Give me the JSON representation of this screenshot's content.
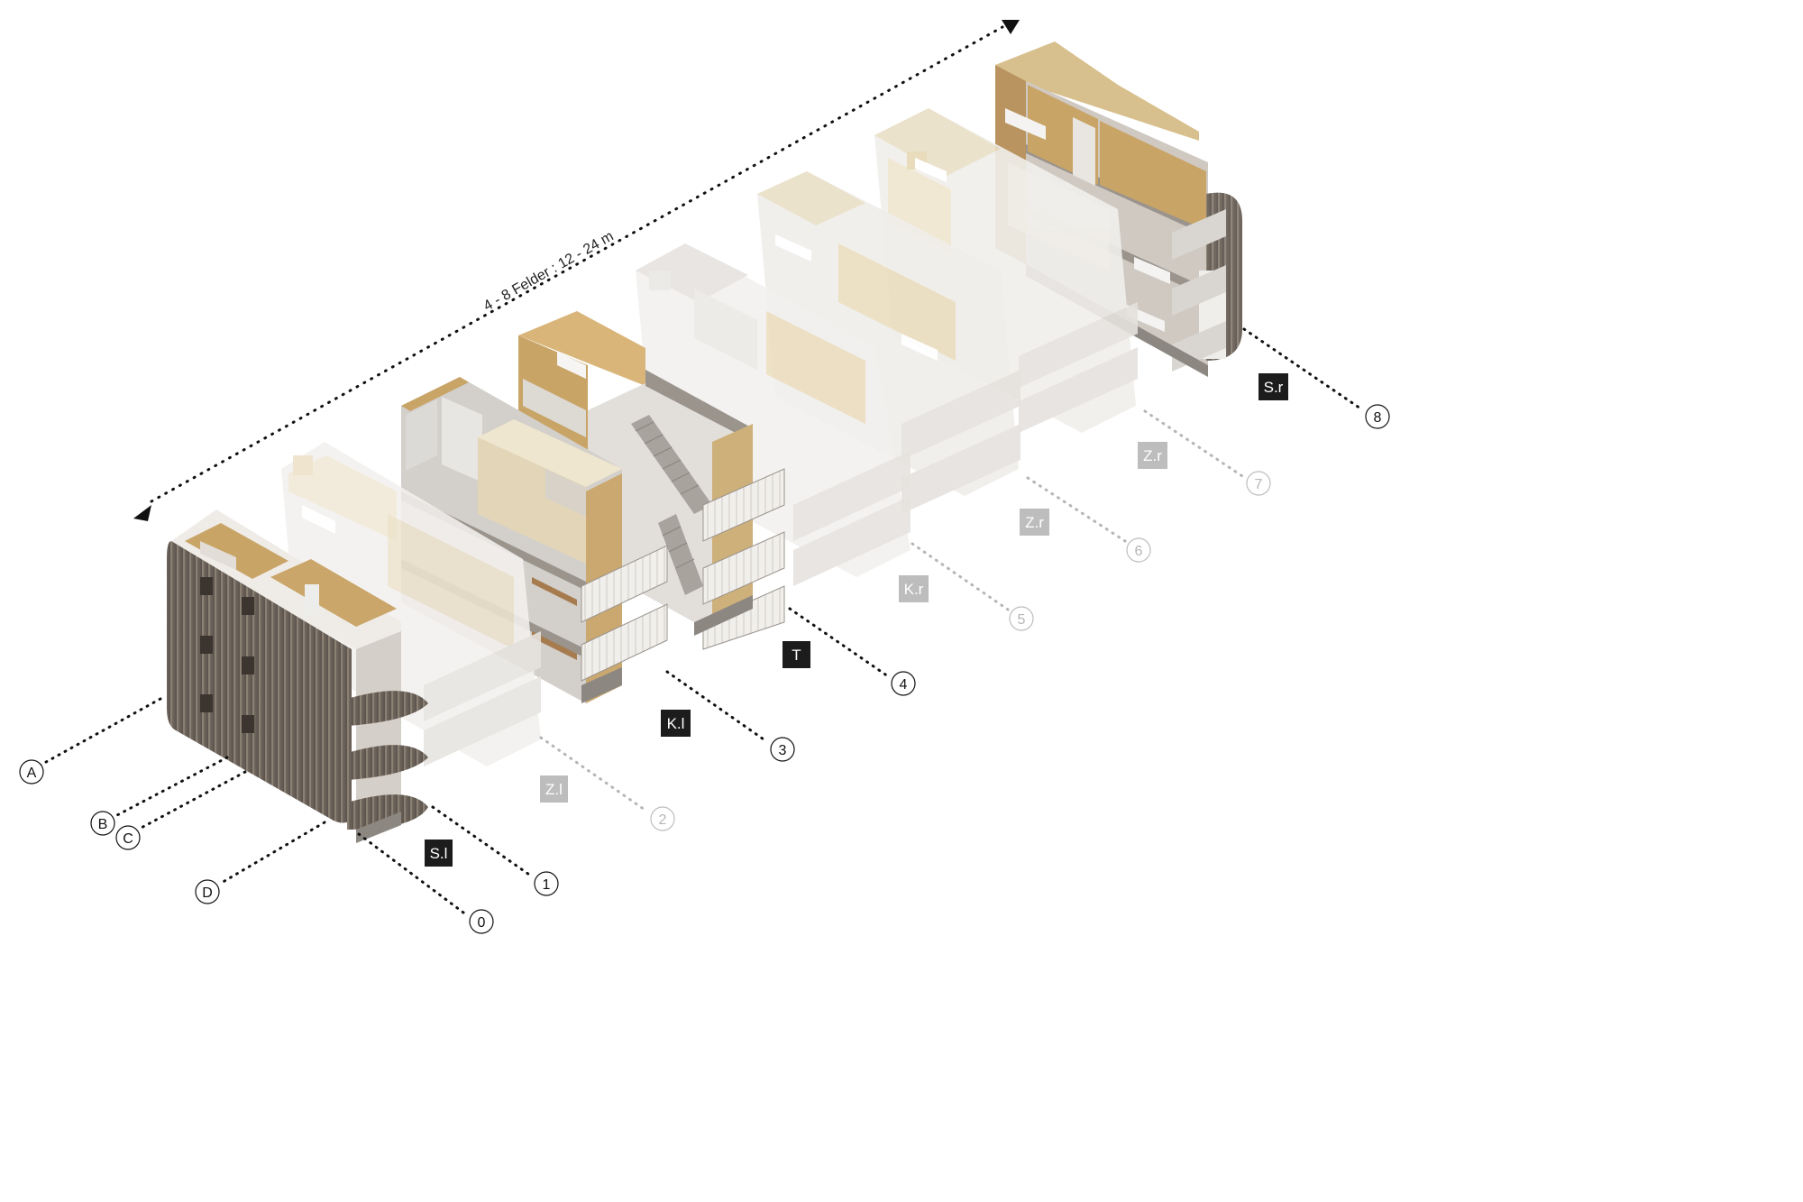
{
  "diagram": {
    "dimension_label": "4 - 8 Felder : 12 - 24 m",
    "grid_axes": [
      "A",
      "B",
      "C",
      "D"
    ],
    "modules": [
      {
        "number": "0",
        "tag": "S.l",
        "tag_style": "dark",
        "faded": false
      },
      {
        "number": "1",
        "tag": "",
        "tag_style": "none",
        "faded": false
      },
      {
        "number": "2",
        "tag": "Z.l",
        "tag_style": "light",
        "faded": true
      },
      {
        "number": "3",
        "tag": "K.l",
        "tag_style": "dark",
        "faded": false
      },
      {
        "number": "4",
        "tag": "T",
        "tag_style": "dark",
        "faded": false
      },
      {
        "number": "5",
        "tag": "K.r",
        "tag_style": "light",
        "faded": true
      },
      {
        "number": "6",
        "tag": "Z.r",
        "tag_style": "light",
        "faded": true
      },
      {
        "number": "7",
        "tag": "Z.r",
        "tag_style": "light",
        "faded": true
      },
      {
        "number": "8",
        "tag": "S.r",
        "tag_style": "dark",
        "faded": false
      }
    ],
    "colors": {
      "timber": "#c8a36a",
      "timber_light": "#e3cfa4",
      "facade": "#6e655c",
      "concrete": "#bdb9b4",
      "ghost": "#e8e6e3",
      "label_dark": "#1c1c1c",
      "label_light": "#bdbdbd"
    }
  }
}
